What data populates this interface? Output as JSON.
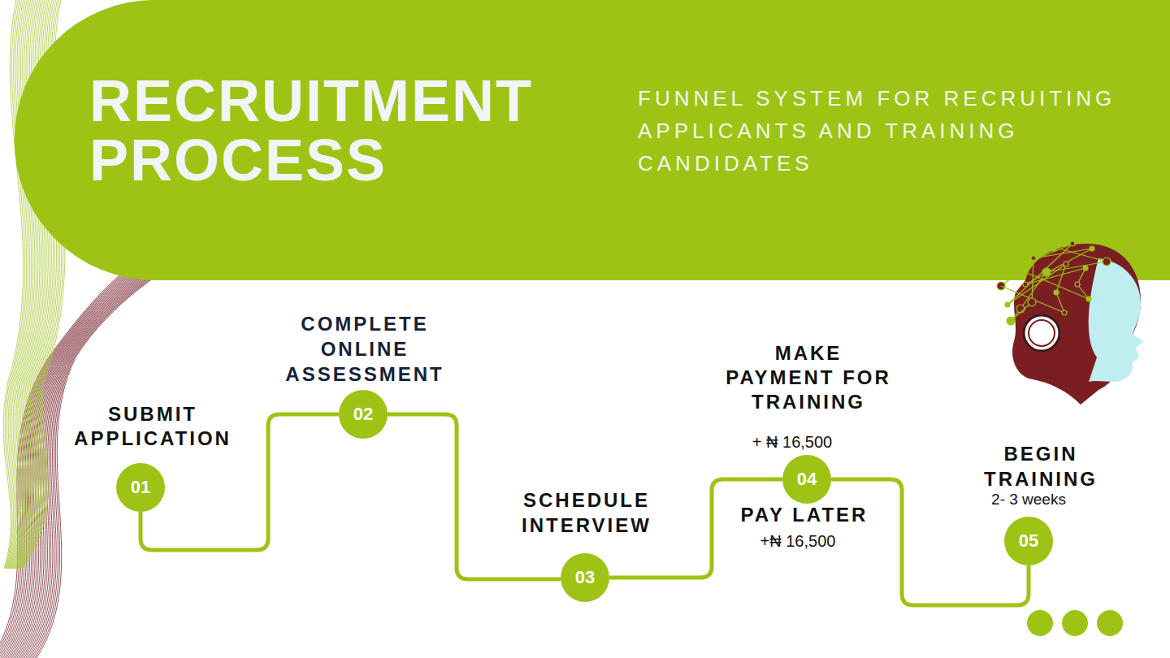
{
  "diagram": {
    "title": "RECRUITMENT PROCESS",
    "nodes": [
      {
        "text": [
          "01",
          "SUBMIT APPLICATION"
        ]
      },
      {
        "text": [
          "02",
          "COMPLETE ONLINE ASSESSMENT"
        ]
      },
      {
        "text": [
          "03",
          "SCHEDULE INTERVIEW"
        ]
      },
      {
        "text": [
          "04",
          "MAKE PAYMENT FOR TRAINING",
          "+ ₦ 16,500",
          "PAY LATER",
          "+₦ 16,500"
        ]
      },
      {
        "text": [
          "05",
          "BEGIN TRAINING",
          "2- 3 weeks"
        ]
      }
    ],
    "edges": [
      {
        "from": 0,
        "to": 1,
        "arrow": "none"
      },
      {
        "from": 1,
        "to": 2,
        "arrow": "none"
      },
      {
        "from": 2,
        "to": 3,
        "arrow": "none"
      },
      {
        "from": 3,
        "to": 4,
        "arrow": "none"
      }
    ],
    "labels": [
      "FUNNEL SYSTEM FOR RECRUITING APPLICANTS AND TRAINING CANDIDATES"
    ]
  }
}
